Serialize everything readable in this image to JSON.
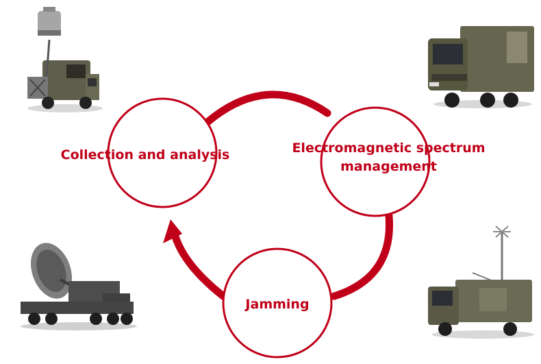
{
  "diagram": {
    "nodes": [
      {
        "id": "collection",
        "label": "Collection and analysis"
      },
      {
        "id": "ems",
        "label_line1": "Electromagnetic spectrum",
        "label_line2": "management"
      },
      {
        "id": "jamming",
        "label": "Jamming"
      }
    ],
    "cycle": [
      "collection",
      "ems",
      "jamming",
      "collection"
    ],
    "images": [
      {
        "icon": "sigint-antenna-truck-image",
        "position": "top-left"
      },
      {
        "icon": "electronic-warfare-van-truck-image",
        "position": "top-right"
      },
      {
        "icon": "radar-dish-vehicle-image",
        "position": "bottom-left"
      },
      {
        "icon": "mast-antenna-vehicle-image",
        "position": "bottom-right"
      }
    ],
    "colors": {
      "accent": "#c00018",
      "olive": "#5f5e4c",
      "olive_dark": "#3e3d32",
      "background": "#ffffff"
    }
  }
}
